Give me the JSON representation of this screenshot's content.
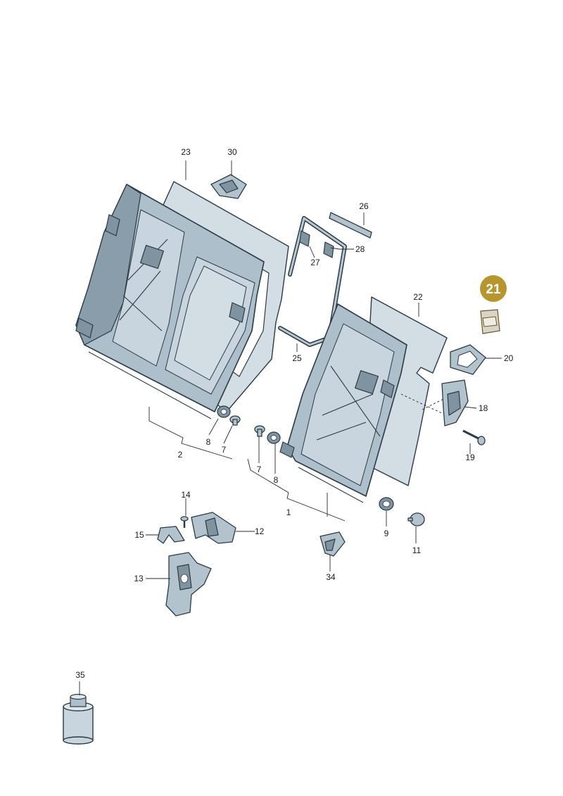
{
  "diagram": {
    "highlight_color": "#b8962e",
    "parts_color": "#aebfcc",
    "callouts": [
      {
        "id": "23",
        "label": "23"
      },
      {
        "id": "30",
        "label": "30"
      },
      {
        "id": "26",
        "label": "26"
      },
      {
        "id": "28",
        "label": "28"
      },
      {
        "id": "27",
        "label": "27"
      },
      {
        "id": "21",
        "label": "21"
      },
      {
        "id": "22",
        "label": "22"
      },
      {
        "id": "25",
        "label": "25"
      },
      {
        "id": "20",
        "label": "20"
      },
      {
        "id": "18",
        "label": "18"
      },
      {
        "id": "19",
        "label": "19"
      },
      {
        "id": "8a",
        "label": "8"
      },
      {
        "id": "7a",
        "label": "7"
      },
      {
        "id": "2",
        "label": "2"
      },
      {
        "id": "7b",
        "label": "7"
      },
      {
        "id": "8b",
        "label": "8"
      },
      {
        "id": "1",
        "label": "1"
      },
      {
        "id": "14",
        "label": "14"
      },
      {
        "id": "15",
        "label": "15"
      },
      {
        "id": "12",
        "label": "12"
      },
      {
        "id": "13",
        "label": "13"
      },
      {
        "id": "9",
        "label": "9"
      },
      {
        "id": "11",
        "label": "11"
      },
      {
        "id": "34",
        "label": "34"
      },
      {
        "id": "35",
        "label": "35"
      }
    ]
  }
}
